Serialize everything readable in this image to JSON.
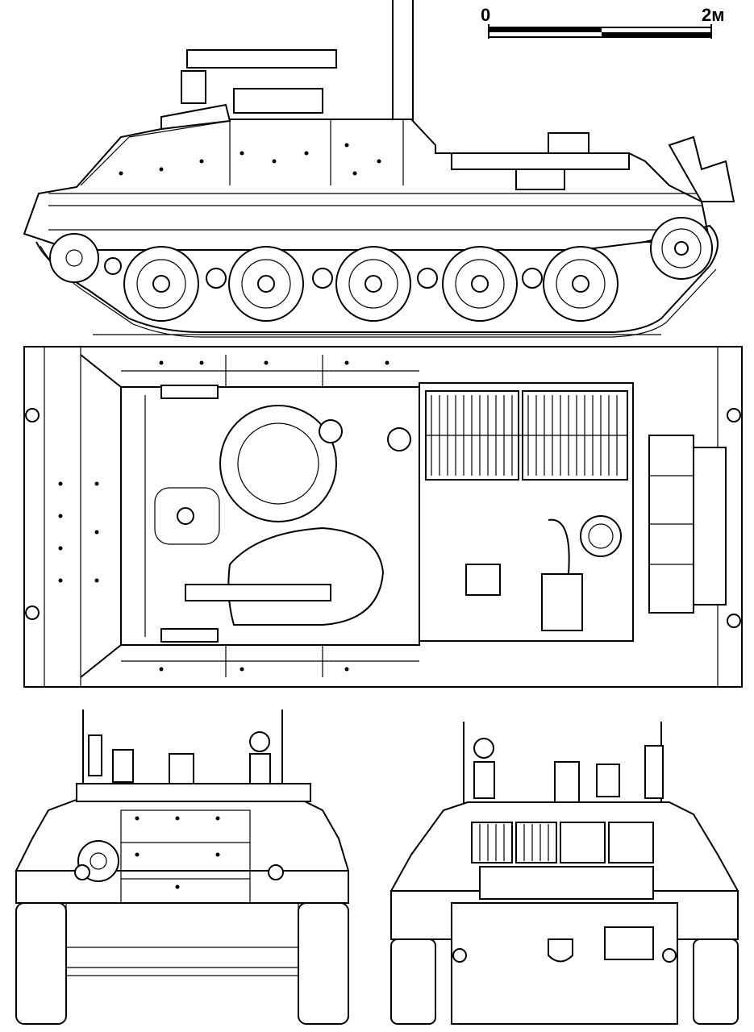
{
  "scale_bar": {
    "start_label": "0",
    "end_label": "2м"
  },
  "views": {
    "side": "side-view",
    "top": "top-view",
    "front": "front-view",
    "rear": "rear-view"
  },
  "colors": {
    "line": "#000000",
    "background": "#ffffff"
  }
}
